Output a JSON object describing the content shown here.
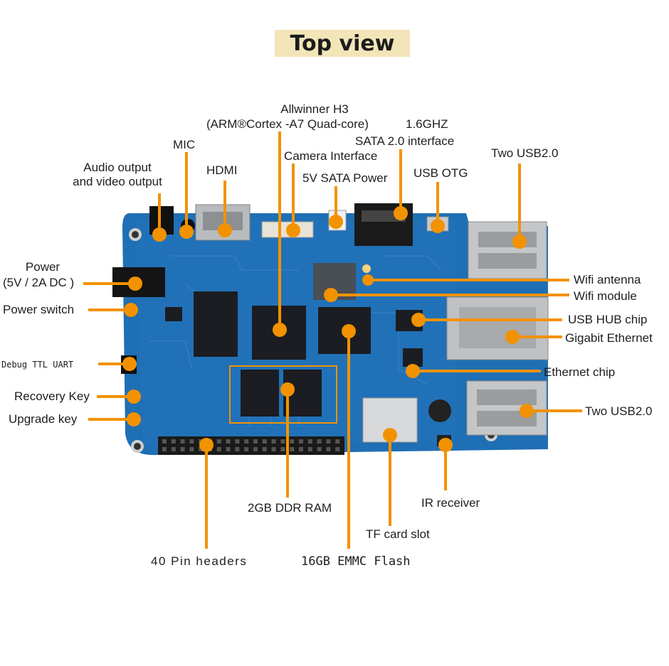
{
  "title": "Top view",
  "colors": {
    "leader": "#f39200",
    "pcb": "#1f6fb4",
    "pcb_dark": "#174f86",
    "title_bg": "#f3e5b8",
    "chip": "#1b1d22",
    "metal": "#b9bcbf"
  },
  "labels": {
    "allwinner_line1": "Allwinner H3",
    "allwinner_line2": "(ARM®Cortex  -A7 Quad-core)",
    "freq": "1.6GHZ",
    "mic": "MIC",
    "sata": "SATA 2.0 interface",
    "audio_line1": "Audio output",
    "audio_line2": "and video output",
    "hdmi": "HDMI",
    "camera": "Camera Interface",
    "sata_power": "5V SATA Power",
    "usb_otg": "USB OTG",
    "two_usb_top": "Two USB2.0",
    "power_line1": "Power",
    "power_line2": "(5V / 2A DC )",
    "power_switch": "Power switch",
    "debug_uart": "Debug TTL UART",
    "recovery_key": "Recovery Key",
    "upgrade_key": "Upgrade key",
    "wifi_antenna": "Wifi antenna",
    "wifi_module": "Wifi module",
    "usb_hub": "USB HUB chip",
    "gigabit": "Gigabit Ethernet",
    "ethernet_chip": "Ethernet chip",
    "two_usb_bottom": "Two USB2.0",
    "ir_receiver": "IR receiver",
    "ram": "2GB DDR RAM",
    "tf_card": "TF card slot",
    "pin_headers": "40 Pin headers",
    "emmc": "16GB EMMC Flash"
  }
}
